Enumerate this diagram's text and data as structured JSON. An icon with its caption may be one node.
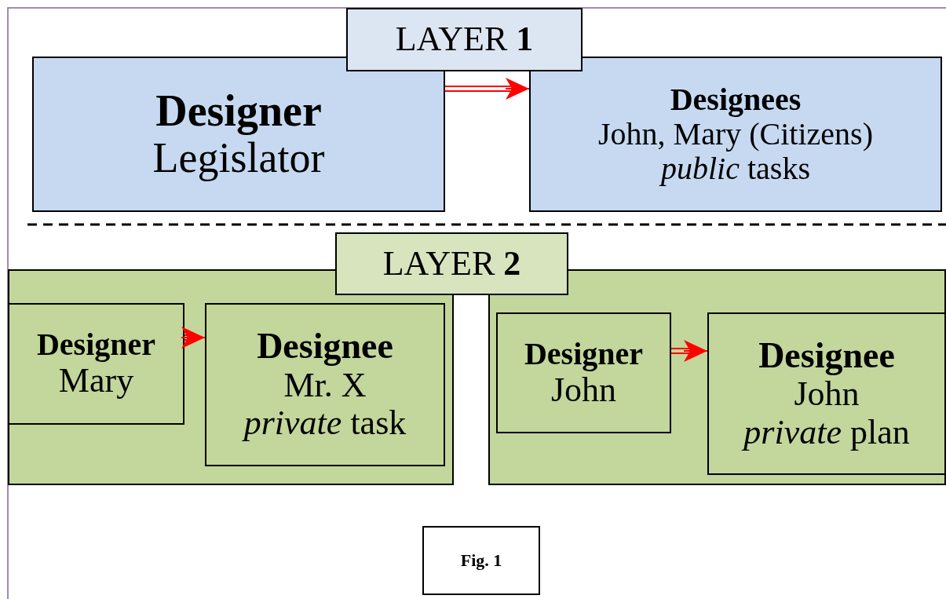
{
  "diagram": {
    "nodes": [
      {
        "text": [
          "LAYER **1**"
        ]
      },
      {
        "text": [
          "Designer",
          "Legislator"
        ]
      },
      {
        "text": [
          "Designees",
          "John, Mary (Citizens)",
          "*public* tasks"
        ]
      },
      {
        "text": [
          "LAYER **2**"
        ]
      },
      {
        "text": [],
        "shape": "box"
      },
      {
        "text": [
          "Designer",
          "Mary"
        ],
        "in": 4
      },
      {
        "text": [
          "Designee",
          "Mr. X",
          "*private* task"
        ],
        "in": 4
      },
      {
        "text": [],
        "shape": "box"
      },
      {
        "text": [
          "Designer",
          "John"
        ],
        "in": 7
      },
      {
        "text": [
          "Designee",
          "John",
          "*private* plan"
        ],
        "in": 7
      },
      {
        "text": [
          "Fig. 1"
        ]
      }
    ],
    "edges": [
      {
        "from": 1,
        "to": 2,
        "arrow": "to",
        "color": "#ff0000"
      },
      {
        "from": 5,
        "to": 6,
        "arrow": "to",
        "color": "#ff0000"
      },
      {
        "from": 8,
        "to": 9,
        "arrow": "to",
        "color": "#ff0000"
      }
    ]
  }
}
